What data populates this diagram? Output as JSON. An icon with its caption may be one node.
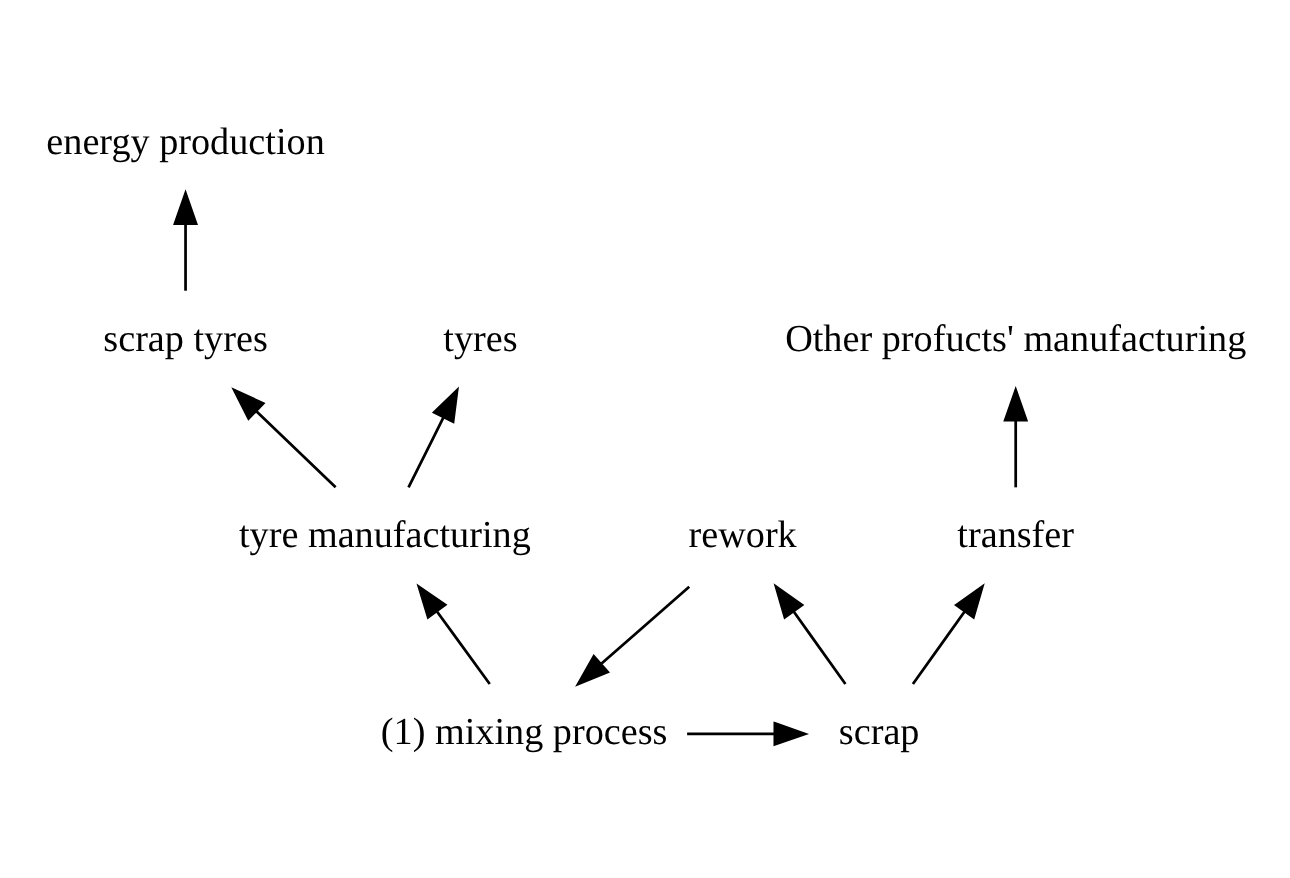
{
  "diagram": {
    "nodes": [
      {
        "text": [
          "energy production"
        ]
      },
      {
        "text": [
          "scrap tyres"
        ]
      },
      {
        "text": [
          "tyres"
        ]
      },
      {
        "text": [
          "tyre manufacturing"
        ]
      },
      {
        "text": [
          "Other profucts' manufacturing"
        ]
      },
      {
        "text": [
          "transfer"
        ]
      },
      {
        "text": [
          "(1) mixing process"
        ]
      },
      {
        "text": [
          "scrap"
        ]
      },
      {
        "text": [
          "rework"
        ]
      }
    ],
    "edges": [
      {
        "from": 6,
        "to": 3,
        "arrow": "to"
      },
      {
        "from": 3,
        "to": 2,
        "arrow": "to"
      },
      {
        "from": 3,
        "to": 1,
        "arrow": "to"
      },
      {
        "from": 1,
        "to": 0,
        "arrow": "to"
      },
      {
        "from": 6,
        "to": 7,
        "arrow": "to"
      },
      {
        "from": 7,
        "to": 5,
        "arrow": "to"
      },
      {
        "from": 5,
        "to": 4,
        "arrow": "to"
      },
      {
        "from": 7,
        "to": 8,
        "arrow": "to"
      },
      {
        "from": 8,
        "to": 6,
        "arrow": "to"
      }
    ]
  }
}
